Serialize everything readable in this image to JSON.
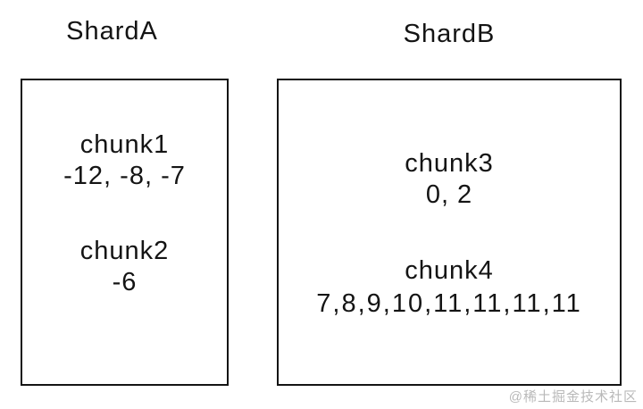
{
  "diagram": {
    "shards": [
      {
        "title": "ShardA",
        "chunks": [
          {
            "name": "chunk1",
            "values": "-12, -8, -7"
          },
          {
            "name": "chunk2",
            "values": "-6"
          }
        ]
      },
      {
        "title": "ShardB",
        "chunks": [
          {
            "name": "chunk3",
            "values": "0, 2"
          },
          {
            "name": "chunk4",
            "values": "7,8,9,10,11,11,11,11"
          }
        ]
      }
    ]
  },
  "watermark": "@稀土掘金技术社区",
  "colors": {
    "background": "#ffffff",
    "border": "#141414",
    "text": "#141414",
    "watermark": "#b9b9b9"
  }
}
